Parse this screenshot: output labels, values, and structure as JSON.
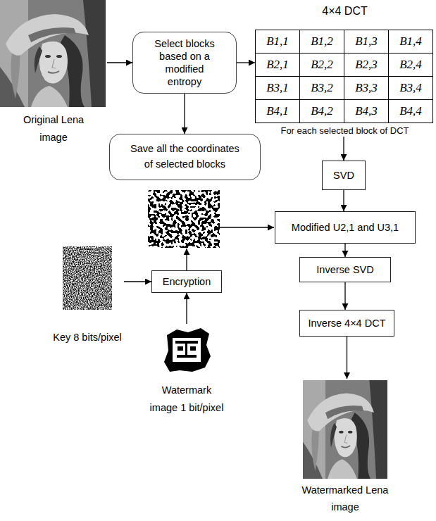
{
  "diagram": {
    "nodes": [
      {
        "text": [
          "Original Lena image"
        ]
      },
      {
        "text": [
          "Select blocks based on a modified entropy"
        ]
      },
      {
        "text": [
          "4×4 DCT",
          "For each selected block of DCT"
        ]
      },
      {
        "text": [
          "B1,1"
        ],
        "in": 2
      },
      {
        "text": [
          "B1,2"
        ],
        "in": 2
      },
      {
        "text": [
          "B1,3"
        ],
        "in": 2
      },
      {
        "text": [
          "B1,4"
        ],
        "in": 2
      },
      {
        "text": [
          "B2,1"
        ],
        "in": 2
      },
      {
        "text": [
          "B2,2"
        ],
        "in": 2
      },
      {
        "text": [
          "B2,3"
        ],
        "in": 2
      },
      {
        "text": [
          "B2,4"
        ],
        "in": 2
      },
      {
        "text": [
          "B3,1"
        ],
        "in": 2
      },
      {
        "text": [
          "B3,2"
        ],
        "in": 2
      },
      {
        "text": [
          "B3,3"
        ],
        "in": 2
      },
      {
        "text": [
          "B3,4"
        ],
        "in": 2
      },
      {
        "text": [
          "B4,1"
        ],
        "in": 2
      },
      {
        "text": [
          "B4,2"
        ],
        "in": 2
      },
      {
        "text": [
          "B4,3"
        ],
        "in": 2
      },
      {
        "text": [
          "B4,4"
        ],
        "in": 2
      },
      {
        "text": [
          "Save all the coordinates of selected blocks"
        ]
      },
      {
        "text": [
          "SVD"
        ]
      },
      {
        "text": [
          "Modified U2,1 and U3,1"
        ]
      },
      {
        "text": [
          "Encryption"
        ]
      },
      {
        "text": [
          "Inverse SVD"
        ]
      },
      {
        "text": [
          "Key 8 bits/pixel"
        ]
      },
      {
        "text": [
          "Inverse 4×4 DCT"
        ]
      },
      {
        "text": [
          "Watermark image 1 bit/pixel"
        ]
      },
      {
        "text": [
          "Watermarked Lena image"
        ]
      }
    ],
    "edges": [
      {
        "from": 0,
        "to": 1,
        "arrow": "to"
      },
      {
        "from": 1,
        "to": 2,
        "arrow": "to"
      },
      {
        "from": 1,
        "to": 19,
        "arrow": "to"
      },
      {
        "from": 2,
        "to": 20,
        "arrow": "to"
      },
      {
        "from": 20,
        "to": 21,
        "arrow": "to"
      },
      {
        "from": 21,
        "to": 23,
        "arrow": "to"
      },
      {
        "from": 23,
        "to": 25,
        "arrow": "to"
      },
      {
        "from": 25,
        "to": 27,
        "arrow": "to"
      },
      {
        "from": 24,
        "to": 22,
        "arrow": "to"
      },
      {
        "from": 26,
        "to": 22,
        "arrow": "to"
      }
    ]
  }
}
